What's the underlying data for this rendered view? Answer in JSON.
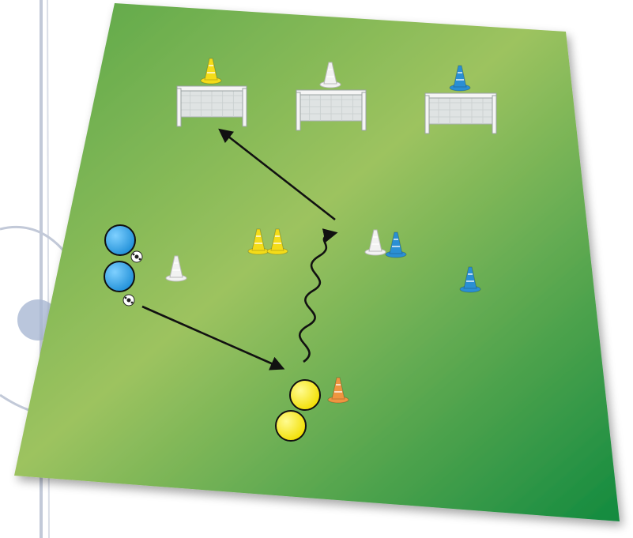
{
  "colors": {
    "field_light": "#9dc35f",
    "field_mid": "#58a648",
    "field_dark": "#128a3f",
    "sketch_line": "#c2c9d8",
    "sketch_fill": "#a9b8d3",
    "team_blue": "#2f9fe0",
    "team_yellow": "#f8ec12",
    "cone_yellow": "#f4dc19",
    "cone_white": "#f2f2f2",
    "cone_blue": "#2a8fd4",
    "cone_orange": "#ef9540",
    "goal_frame": "#f5f5f5",
    "goal_net": "#dfe3e3",
    "arrow": "#111111"
  },
  "goals": [
    {
      "cone": "yellow"
    },
    {
      "cone": "white"
    },
    {
      "cone": "blue"
    }
  ],
  "players": [
    {
      "team": "blue",
      "has_ball": true
    },
    {
      "team": "blue",
      "has_ball": true
    },
    {
      "team": "yellow",
      "has_ball": false
    },
    {
      "team": "yellow",
      "has_ball": false
    }
  ],
  "cones": [
    "yellow",
    "yellow",
    "white",
    "white",
    "blue",
    "blue",
    "orange"
  ],
  "movements": [
    {
      "type": "pass",
      "from": "blue-player",
      "to": "yellow-player"
    },
    {
      "type": "dribble",
      "from": "yellow-player",
      "to": "center-gate"
    },
    {
      "type": "shot",
      "from": "center-gate",
      "to": "yellow-goal"
    }
  ]
}
